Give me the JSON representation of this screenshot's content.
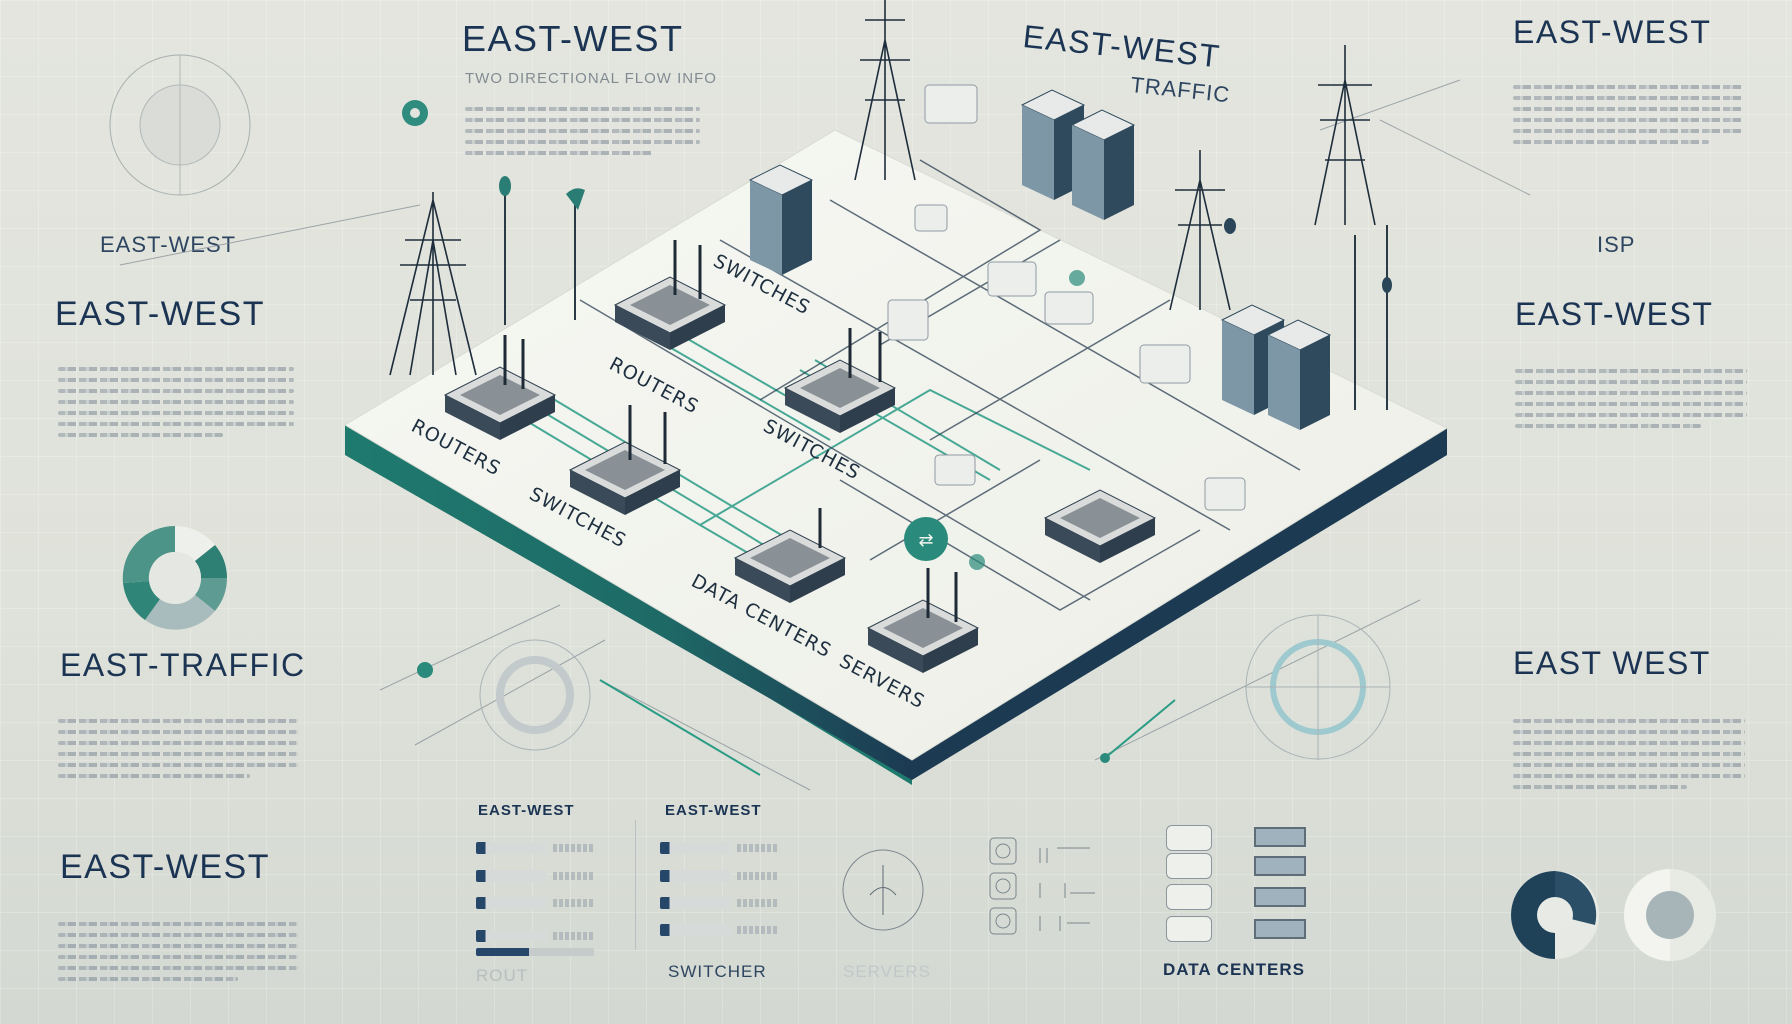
{
  "header": {
    "title_top": "EAST-WEST",
    "title_top_subtitle": "TWO DIRECTIONAL FLOW INFO",
    "title_center": "EAST-WEST",
    "title_center_sub": "TRAFFIC",
    "title_right": "EAST-WEST"
  },
  "left_column": {
    "label_small": "EAST-WEST",
    "label_large": "EAST-WEST",
    "donut_caption": "EAST-TRAFFIC",
    "bottom_label": "EAST-WEST"
  },
  "right_column": {
    "label_isp": "ISP",
    "label_large": "EAST-WEST",
    "label_lower": "EAST WEST"
  },
  "board": {
    "labels": [
      "SWITCHES",
      "ROUTERS",
      "ROUTERS",
      "SWITCHES",
      "SWITCHES",
      "DATA CENTERS",
      "SERVERS"
    ],
    "center_badge": "⇄",
    "colors": {
      "surface": "#f3f4ee",
      "edge": "#1f7a6e",
      "edge_dark": "#1c3a52",
      "cable": "#2a9c86",
      "device": "#2e3e4d"
    }
  },
  "bottom_panels": {
    "panel1": {
      "title": "EAST-WEST",
      "footer": "ROUT"
    },
    "panel2": {
      "title": "EAST-WEST",
      "footer": "SWITCHER"
    },
    "panel3": {
      "footer": "SERVERS"
    },
    "panel4": {
      "footer": "DATA CENTERS"
    }
  },
  "icons": {
    "legend_dot": "teal-dot-icon",
    "compass": "compass-target-icon",
    "tower": "transmission-tower-icon",
    "antenna": "antenna-icon",
    "router": "router-icon",
    "server": "server-rack-icon"
  },
  "palette": {
    "background": "#e1e4dc",
    "ink": "#1c3453",
    "teal": "#2a8a7b",
    "navy": "#1c3a52"
  }
}
